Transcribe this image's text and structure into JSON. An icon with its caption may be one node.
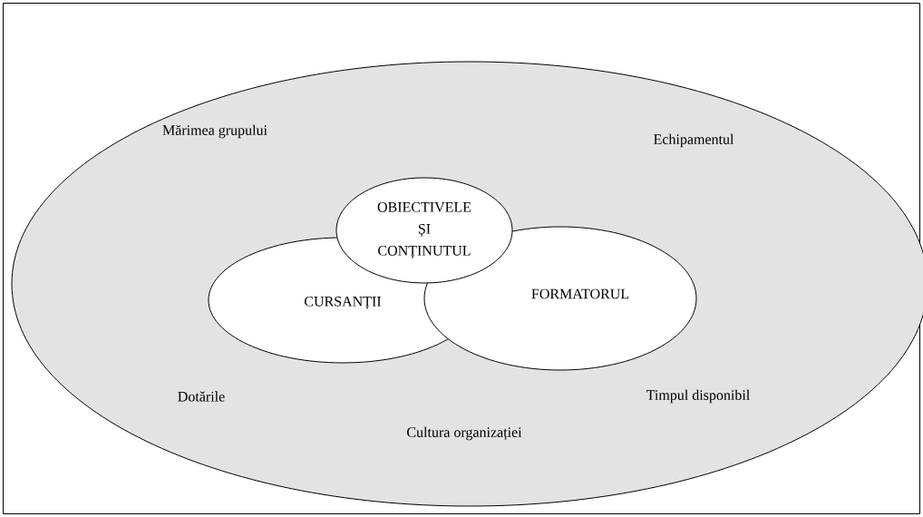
{
  "diagram": {
    "nodes": [
      {
        "text": [
          "Mărimea grupului",
          "Echipamentul",
          "Dotările",
          "Timpul disponibil",
          "Cultura organizației"
        ]
      },
      {
        "text": [
          "OBIECTIVELE ȘI CONȚINUTUL"
        ],
        "in": 0
      },
      {
        "text": [
          "CURSANȚII"
        ],
        "in": 0
      },
      {
        "text": [
          "FORMATORUL"
        ],
        "in": 0
      }
    ]
  }
}
